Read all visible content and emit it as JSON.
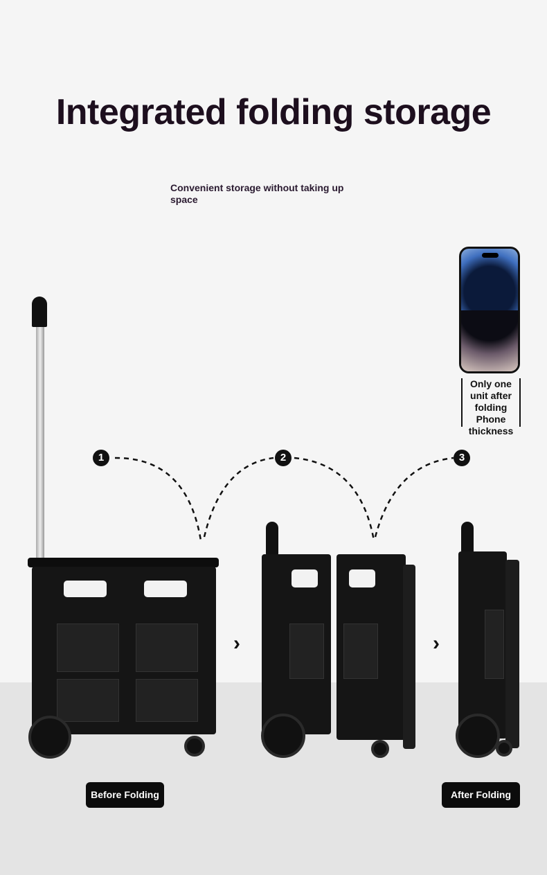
{
  "title": "Integrated folding storage",
  "subtitle": "Convenient storage without taking up space",
  "phone_note": [
    "Only one",
    "unit after",
    "folding",
    "Phone",
    "thickness"
  ],
  "steps": [
    "1",
    "2",
    "3"
  ],
  "labels": {
    "before": "Before Folding",
    "after": "After Folding"
  },
  "icons": [
    "arrow-chevron-right",
    "phone-image",
    "trolley-cart"
  ],
  "colors": {
    "title": "#1d0f1e",
    "background": "#f5f5f5",
    "floor": "#e4e4e4",
    "label_bg": "#0c0c0c"
  }
}
